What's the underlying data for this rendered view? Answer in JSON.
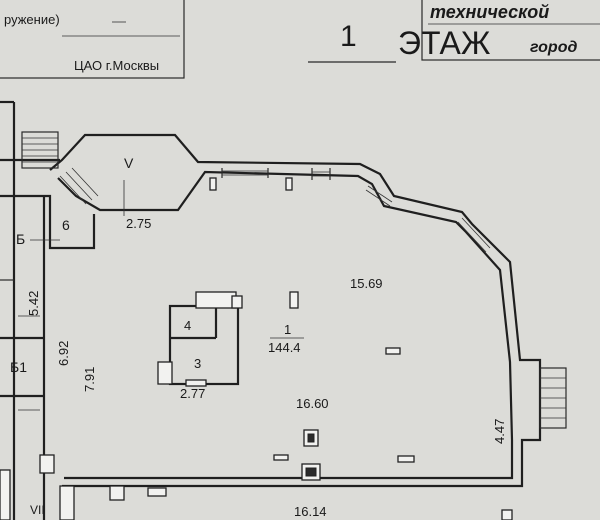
{
  "title_block": {
    "left_line1": "ружение)",
    "left_line2": "ЦАО г.Москвы",
    "floor_number": "1",
    "floor_word": "ЭТАЖ",
    "header_right_top": "технической",
    "header_right_bottom": "город"
  },
  "rooms": {
    "main_room_number": "1",
    "main_room_area": "144.4",
    "room_3": "3",
    "room_4": "4",
    "room_6": "6",
    "room_b": "Б",
    "room_b1": "Б1",
    "room_v": "V",
    "room_vii": "VII"
  },
  "dimensions": {
    "d_2_75": "2.75",
    "d_15_69": "15.69",
    "d_5_42": "5.42",
    "d_6_92": "6.92",
    "d_7_91": "7.91",
    "d_2_77": "2.77",
    "d_16_60": "16.60",
    "d_4_47": "4.47",
    "d_16_14": "16.14"
  }
}
